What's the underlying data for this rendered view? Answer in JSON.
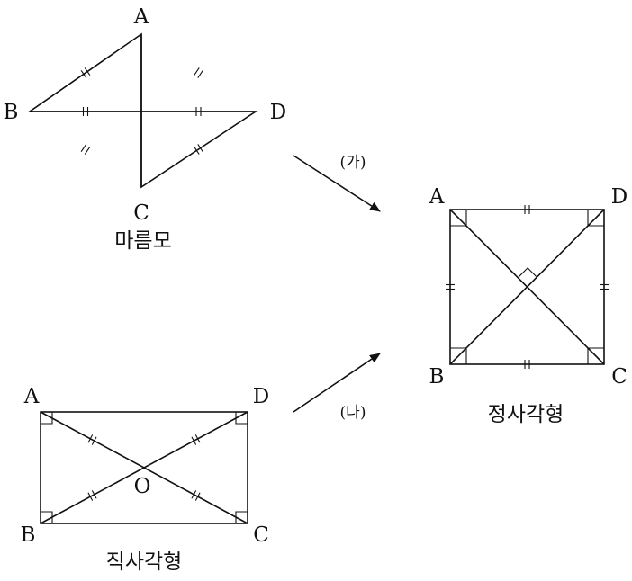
{
  "rhombus": {
    "caption": "마름모",
    "vertices": {
      "top": "A",
      "left": "B",
      "right": "D",
      "bottom": "C"
    }
  },
  "rectangle": {
    "caption": "직사각형",
    "vertices": {
      "top_left": "A",
      "top_right": "D",
      "bottom_left": "B",
      "bottom_right": "C",
      "center": "O"
    }
  },
  "square": {
    "caption": "정사각형",
    "vertices": {
      "top_left": "A",
      "top_right": "D",
      "bottom_left": "B",
      "bottom_right": "C"
    }
  },
  "arrows": {
    "upper_label": "(가)",
    "lower_label": "(나)"
  }
}
